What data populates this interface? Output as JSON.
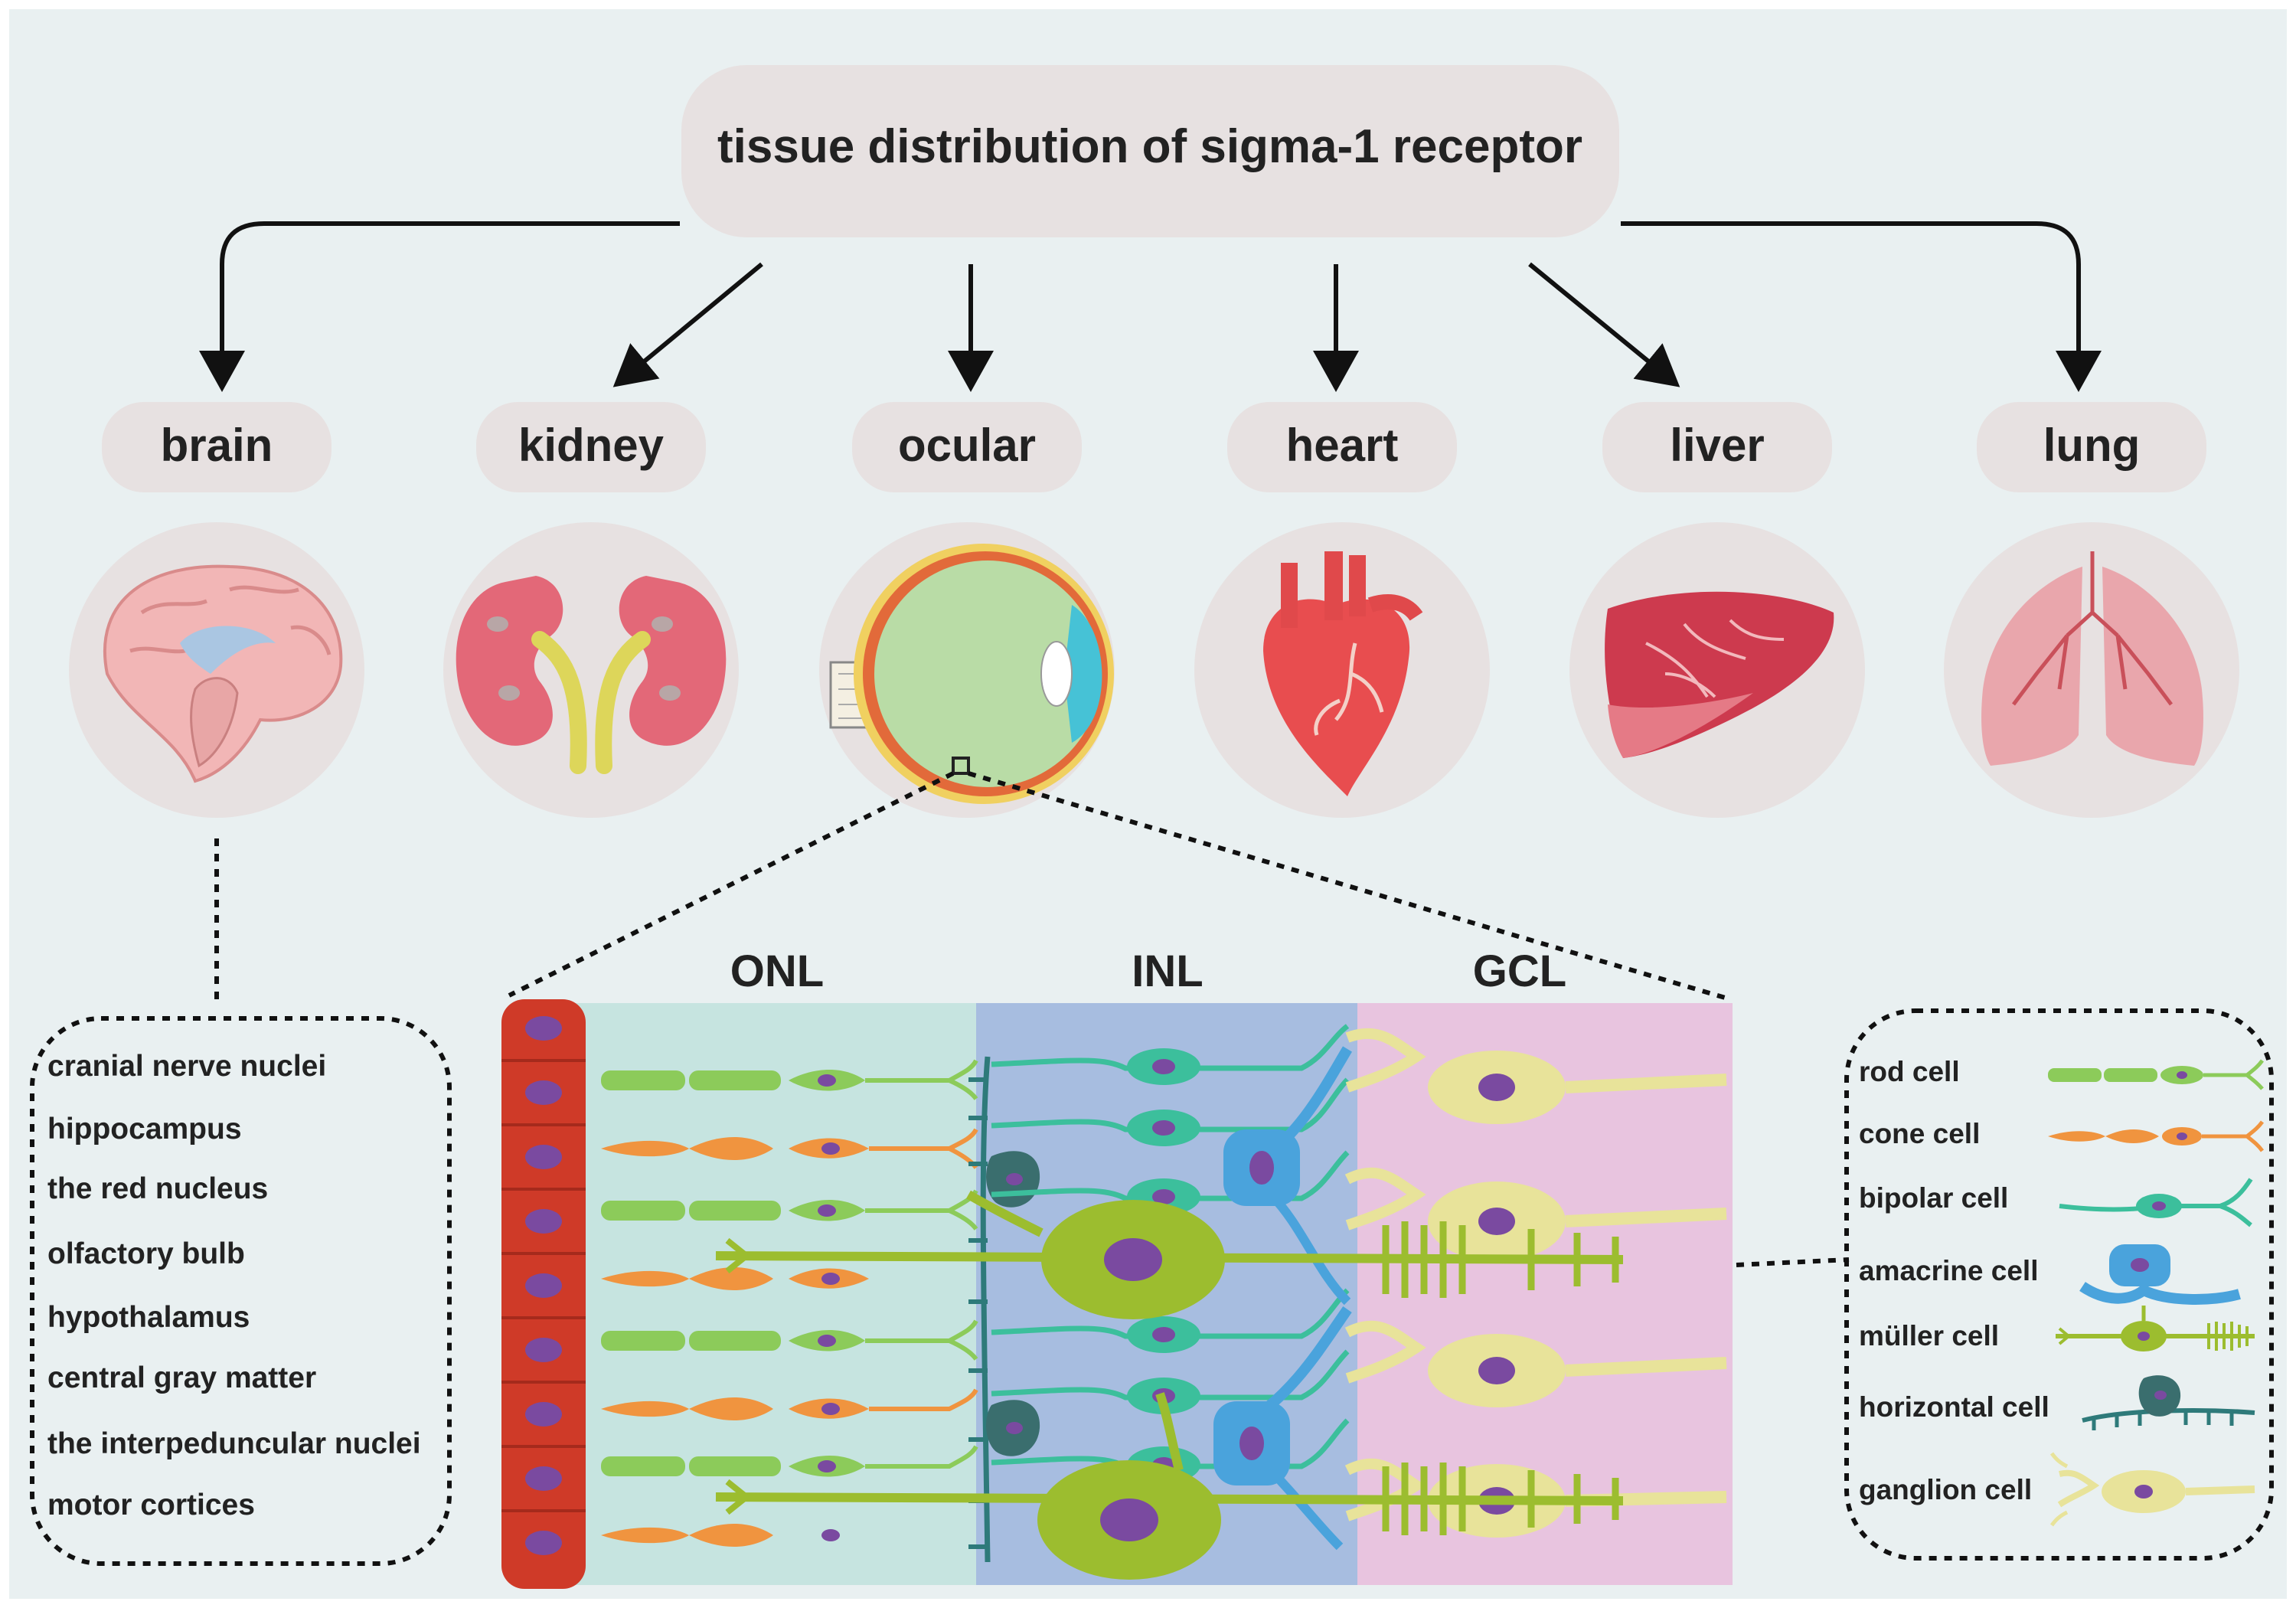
{
  "title": "tissue distribution of sigma-1 receptor",
  "organs": [
    {
      "id": "brain",
      "label": "brain",
      "icon": "brain-icon"
    },
    {
      "id": "kidney",
      "label": "kidney",
      "icon": "kidney-icon"
    },
    {
      "id": "ocular",
      "label": "ocular",
      "icon": "eye-icon"
    },
    {
      "id": "heart",
      "label": "heart",
      "icon": "heart-icon"
    },
    {
      "id": "liver",
      "label": "liver",
      "icon": "liver-icon"
    },
    {
      "id": "lung",
      "label": "lung",
      "icon": "lung-icon"
    }
  ],
  "brain_regions": [
    "cranial nerve nuclei",
    "hippocampus",
    "the red nucleus",
    "olfactory bulb",
    "hypothalamus",
    "central gray matter",
    "the interpeduncular nuclei",
    "motor cortices"
  ],
  "retina": {
    "layers": [
      {
        "label": "ONL",
        "color": "#c6e4e0"
      },
      {
        "label": "INL",
        "color": "#a7bde0"
      },
      {
        "label": "GCL",
        "color": "#e8c4df"
      }
    ]
  },
  "cell_legend": [
    {
      "label": "rod cell",
      "icon": "rod-cell-icon",
      "color": "#8ccb5a"
    },
    {
      "label": "cone cell",
      "icon": "cone-cell-icon",
      "color": "#f0943f"
    },
    {
      "label": "bipolar cell",
      "icon": "bipolar-cell-icon",
      "color": "#3cbf9c"
    },
    {
      "label": "amacrine cell",
      "icon": "amacrine-cell-icon",
      "color": "#4aa3dc"
    },
    {
      "label": "müller cell",
      "icon": "muller-cell-icon",
      "color": "#9cbd2f"
    },
    {
      "label": "horizontal cell",
      "icon": "horizontal-cell-icon",
      "color": "#2e7a7a"
    },
    {
      "label": "ganglion cell",
      "icon": "ganglion-cell-icon",
      "color": "#e8e39a"
    }
  ],
  "colors": {
    "background": "#e9f0f1",
    "pill": "#e7e1e1",
    "circle": "#e7e1e1",
    "rpe": "#cf3a28",
    "nucleus": "#7a4aa0"
  }
}
